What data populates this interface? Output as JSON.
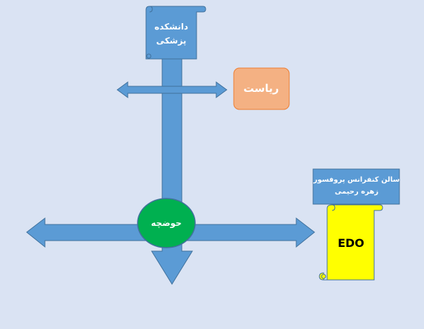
{
  "diagram": {
    "faculty": {
      "line1": "دانشکده",
      "line2": "پزشکی"
    },
    "presidency": "ریاست",
    "pool": "حوضچه",
    "conference": {
      "line1": "سالن کنفرانس پروفسور",
      "line2": "زهره رحیمی"
    },
    "edo": "EDO"
  },
  "colors": {
    "background": "#dae3f3",
    "arrow_fill": "#5b9bd5",
    "arrow_stroke": "#41719c",
    "presidency_fill": "#f4b183",
    "pool_fill": "#00b050",
    "edo_fill": "#ffff00"
  }
}
